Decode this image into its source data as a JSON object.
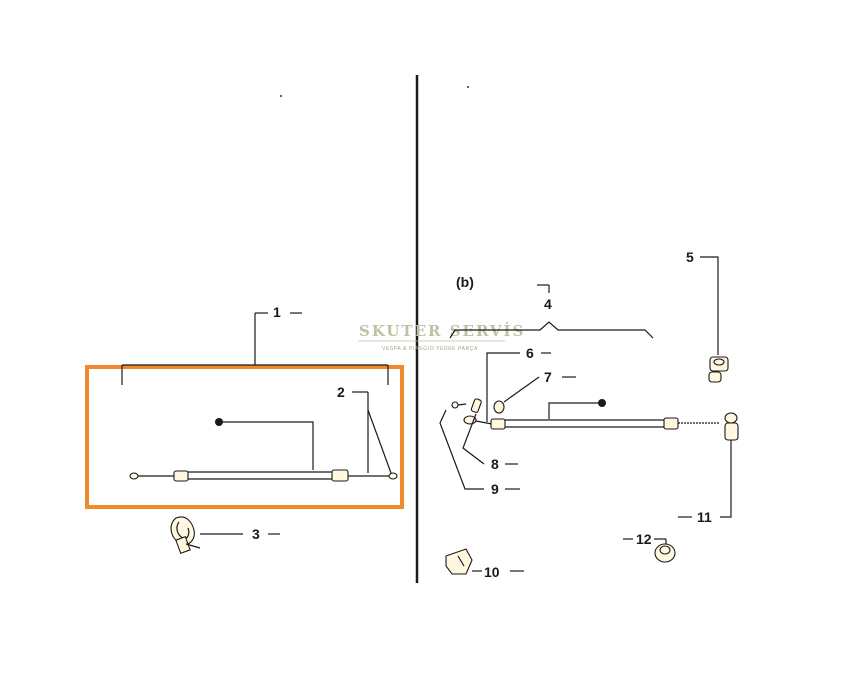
{
  "watermark": {
    "brand": "SKUTER SERVİS",
    "tagline": "VESPA & PIAGGIO YEDEK PARÇA"
  },
  "section_b_label": "(b)",
  "callouts": {
    "c1": "1",
    "c2": "2",
    "c3": "3",
    "c4": "4",
    "c5": "5",
    "c6": "6",
    "c7": "7",
    "c8": "8",
    "c9": "9",
    "c10": "10",
    "c11": "11",
    "c12": "12"
  },
  "colors": {
    "highlight": "#f08a2c",
    "line": "#1a1a1a",
    "part_fill": "#fff7e0"
  }
}
